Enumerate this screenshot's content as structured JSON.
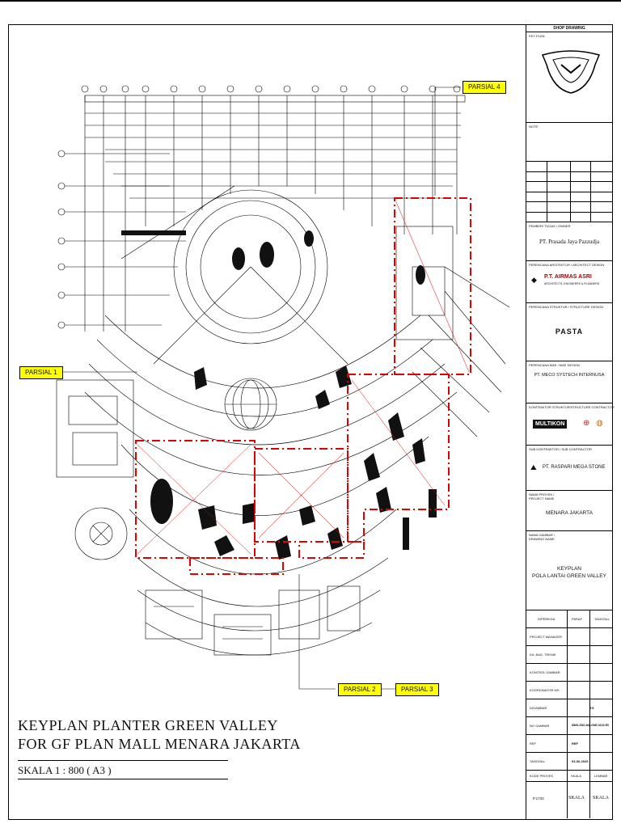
{
  "callouts": {
    "parsial_1": "PARSIAL 1",
    "parsial_2": "PARSIAL 2",
    "parsial_3": "PARSIAL 3",
    "parsial_4": "PARSIAL 4"
  },
  "title": {
    "line1": "KEYPLAN PLANTER GREEN VALLEY",
    "line2": "FOR GF PLAN MALL MENARA JAKARTA",
    "scale": "SKALA 1 : 800 ( A3 )"
  },
  "title_block": {
    "header": "SHOP DRAWING",
    "key_plan_label": "KEY PLAN",
    "note_label": "NOTE :",
    "owner_label": "PEMBERI TUGAS / OWNER",
    "owner": "PT. Prasada Jaya Pazzudja",
    "architect_label": "PERENCANA ARSITEKTUR / ARCHITECT DESIGN",
    "architect_logo": "P.T. AIRMAS ASRI",
    "architect_sub": "ARCHITECTS, ENGINEERS & PLANNERS",
    "structure_label": "PERENCANA STRUKTUR / STRUCTURE DESIGN",
    "structure_logo": "PASTA",
    "mep_label": "PERENCANA M&E / M&E DESIGN",
    "mep": "PT. MECO SYSTECH INTERNUSA",
    "contractor_label": "KONTRAKTOR STRUKTUR/STRUCTURE CONTRACTOR",
    "contractor_logo": "MULTIKON",
    "subcon_label": "SUB KONTRAKTOR / SUB CONTRACTOR",
    "subcon": "PT. RASPARI MEGA STONE",
    "project_label_1": "NAMA PROYEK /",
    "project_label_2": "PROJECT NAME",
    "project": "MENARA JAKARTA",
    "drawing_label_1": "NAMA GAMBAR /",
    "drawing_label_2": "DRAWING NAME",
    "drawing_1": "KEYPLAN",
    "drawing_2": "POLA LANTAI GREEN VALLEY",
    "col_checked": "DIPERIKSA",
    "col_paraf": "PARAF",
    "col_tanggal": "TANGGAL",
    "rows": [
      {
        "label": "PROJECT MANAGER",
        "value": ""
      },
      {
        "label": "KA. BAG. TEKNIK",
        "value": ""
      },
      {
        "label": "KONTROL GAMBAR",
        "value": ""
      },
      {
        "label": "KOORDINATOR MS",
        "value": ""
      },
      {
        "label": "DIGAMBAR",
        "value": "TG"
      },
      {
        "label": "NO GAMBAR",
        "value": "MMS-SDD-ML-GNE-0115-R0"
      },
      {
        "label": "REF",
        "value": "REF"
      },
      {
        "label": "TANGGAL",
        "value": "03-06-2025"
      }
    ],
    "bottom_headers": [
      "KODE PROYEK",
      "SKALA",
      "LEMBAR"
    ],
    "bottom_values": [
      "P.1733",
      "SKALA",
      "SKALA"
    ]
  }
}
